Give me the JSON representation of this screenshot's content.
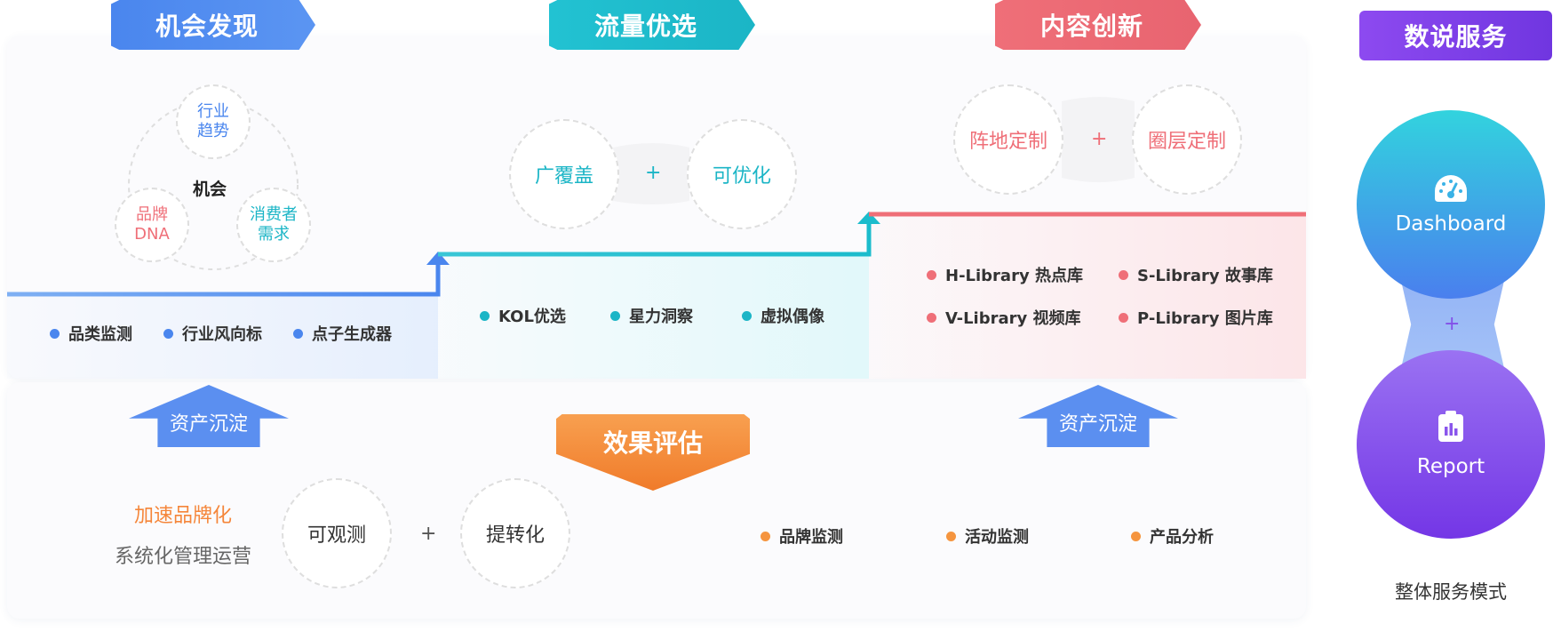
{
  "sections": {
    "opportunity": {
      "title": "机会发现",
      "center_label": "机会",
      "circles": [
        "行业\n趋势",
        "品牌\nDNA",
        "消费者\n需求"
      ],
      "items": [
        "品类监测",
        "行业风向标",
        "点子生成器"
      ]
    },
    "traffic": {
      "title": "流量优选",
      "circles": [
        "广覆盖",
        "可优化"
      ],
      "plus": "+",
      "items": [
        "KOL优选",
        "星力洞察",
        "虚拟偶像"
      ]
    },
    "content": {
      "title": "内容创新",
      "circles": [
        "阵地定制",
        "圈层定制"
      ],
      "plus": "+",
      "items": [
        "H-Library 热点库",
        "S-Library 故事库",
        "V-Library 视频库",
        "P-Library 图片库"
      ]
    },
    "evaluation": {
      "title": "效果评估",
      "left_highlight": "加速品牌化",
      "left_sub": "系统化管理运营",
      "circles": [
        "可观测",
        "提转化"
      ],
      "plus": "+",
      "items": [
        "品牌监测",
        "活动监测",
        "产品分析"
      ]
    },
    "assets": {
      "left_label": "资产沉淀",
      "right_label": "资产沉淀"
    },
    "data_service": {
      "title": "数说服务",
      "dashboard_label": "Dashboard",
      "report_label": "Report",
      "plus": "+",
      "caption": "整体服务模式"
    }
  },
  "colors": {
    "blue": "#4a86ee",
    "cyan": "#1bbccc",
    "red": "#ef6f78",
    "orange": "#f58a3a",
    "purple": "#7b40e8"
  }
}
